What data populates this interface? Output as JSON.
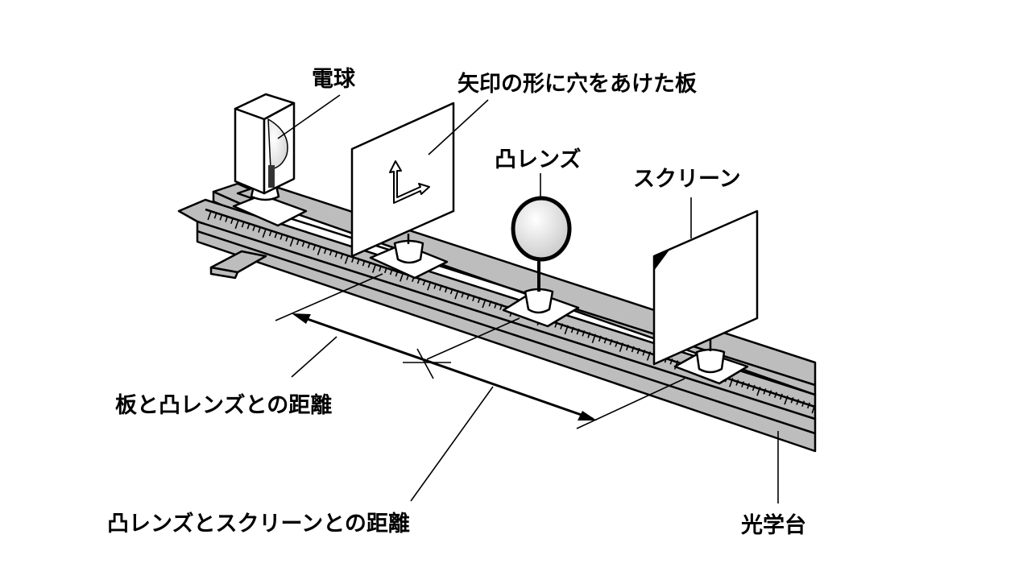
{
  "labels": {
    "bulb": "電球",
    "arrow_plate": "矢印の形に穴をあけた板",
    "convex_lens": "凸レンズ",
    "screen": "スクリーン",
    "plate_lens_distance": "板と凸レンズとの距離",
    "lens_screen_distance": "凸レンズとスクリーンとの距離",
    "optical_bench": "光学台"
  },
  "colors": {
    "bench_gray": "#bdbdbd",
    "line": "#000000",
    "background": "#ffffff"
  }
}
